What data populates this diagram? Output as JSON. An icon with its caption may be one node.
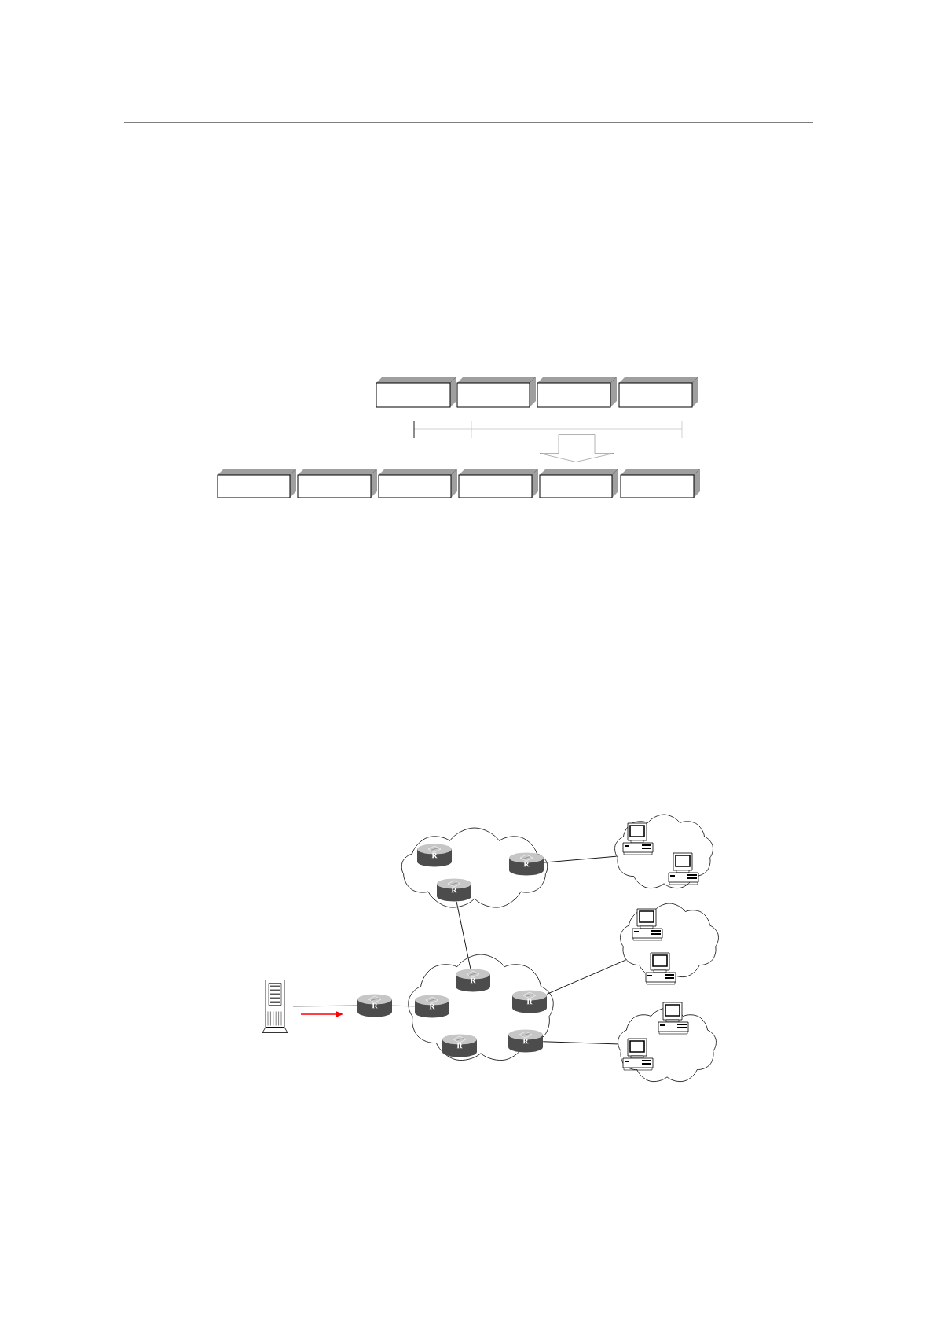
{
  "diagram": {
    "nodes": [
      {
        "text": [],
        "shape": "box"
      },
      {
        "text": [],
        "shape": "box"
      },
      {
        "text": [],
        "shape": "box"
      },
      {
        "text": [],
        "shape": "box"
      },
      {
        "text": [],
        "shape": "box"
      },
      {
        "text": [],
        "shape": "box"
      },
      {
        "text": [],
        "shape": "box"
      },
      {
        "text": [],
        "shape": "box"
      },
      {
        "text": [],
        "shape": "box"
      },
      {
        "text": [],
        "shape": "box"
      },
      {
        "text": [],
        "shape": "cloud"
      },
      {
        "text": [
          "R"
        ],
        "in": 10
      },
      {
        "text": [
          "R"
        ],
        "in": 10
      },
      {
        "text": [
          "R"
        ],
        "in": 10
      },
      {
        "text": [],
        "shape": "cloud"
      },
      {
        "text": [],
        "shape": "computer",
        "in": 14
      },
      {
        "text": [],
        "shape": "computer",
        "in": 14
      },
      {
        "text": [],
        "shape": "server"
      },
      {
        "text": [
          "R"
        ]
      },
      {
        "text": [],
        "shape": "cloud"
      },
      {
        "text": [
          "R"
        ],
        "in": 19
      },
      {
        "text": [
          "R"
        ],
        "in": 19
      },
      {
        "text": [
          "R"
        ],
        "in": 19
      },
      {
        "text": [
          "R"
        ],
        "in": 19
      },
      {
        "text": [
          "R"
        ],
        "in": 19
      },
      {
        "text": [],
        "shape": "cloud"
      },
      {
        "text": [],
        "shape": "computer",
        "in": 25
      },
      {
        "text": [],
        "shape": "computer",
        "in": 25
      },
      {
        "text": [],
        "shape": "cloud"
      },
      {
        "text": [],
        "shape": "computer",
        "in": 28
      },
      {
        "text": [],
        "shape": "computer",
        "in": 28
      }
    ],
    "edges": [
      {
        "from": null,
        "to": 8,
        "arrow": "to"
      },
      {
        "from": 17,
        "to": 18,
        "arrow": "none"
      },
      {
        "from": 18,
        "to": 21,
        "arrow": "none"
      },
      {
        "from": 13,
        "to": 20,
        "arrow": "none"
      },
      {
        "from": 12,
        "to": 14,
        "arrow": "none"
      },
      {
        "from": 22,
        "to": 25,
        "arrow": "none"
      },
      {
        "from": 24,
        "to": 28,
        "arrow": "none"
      }
    ]
  }
}
